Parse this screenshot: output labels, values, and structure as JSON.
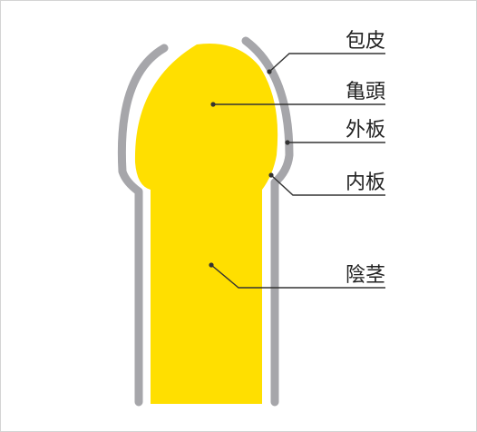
{
  "labels": {
    "foreskin": "包皮",
    "glans": "亀頭",
    "outer_layer": "外板",
    "inner_layer": "内板",
    "shaft": "陰茎"
  },
  "colors": {
    "shaft_fill": "#FFDF00",
    "skin_stroke": "#A6A6AA",
    "leader_line": "#333333",
    "text": "#222222",
    "border": "#D4D4D4"
  }
}
